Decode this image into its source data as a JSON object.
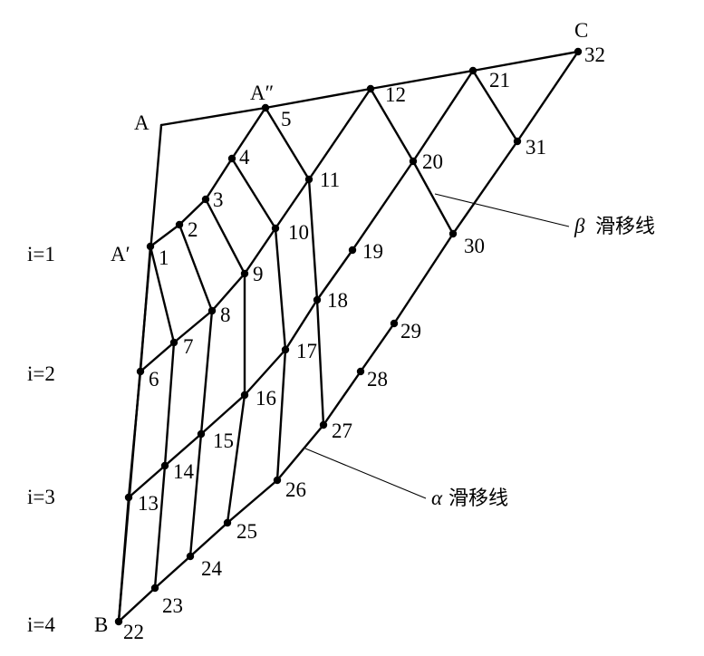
{
  "corner_labels": {
    "A": "A",
    "A_prime": "A′",
    "A_double_prime": "A″",
    "B": "B",
    "C": "C"
  },
  "row_labels": [
    "i=1",
    "i=2",
    "i=3",
    "i=4"
  ],
  "node_numbers": [
    "1",
    "2",
    "3",
    "4",
    "5",
    "6",
    "7",
    "8",
    "9",
    "10",
    "11",
    "12",
    "13",
    "14",
    "15",
    "16",
    "17",
    "18",
    "19",
    "20",
    "21",
    "22",
    "23",
    "24",
    "25",
    "26",
    "27",
    "28",
    "29",
    "30",
    "31",
    "32"
  ],
  "callouts": {
    "beta": {
      "symbol": "β",
      "text": "滑移线"
    },
    "alpha": {
      "symbol": "α",
      "text": "滑移线"
    }
  }
}
